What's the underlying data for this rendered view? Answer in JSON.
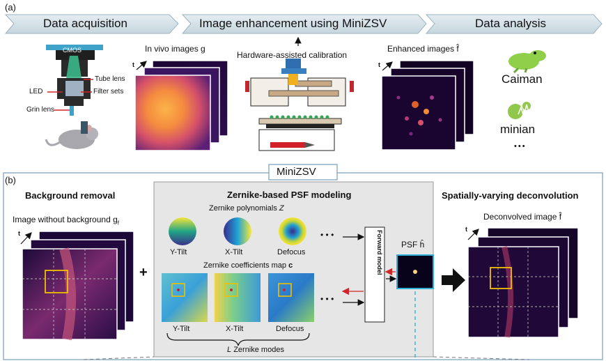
{
  "panel_a": {
    "tag": "(a)",
    "banners": [
      "Data acquisition",
      "Image enhancement using MiniZSV",
      "Data analysis"
    ],
    "microscope_labels": {
      "cmos": "CMOS",
      "tube_lens": "Tube lens",
      "led": "LED",
      "filter_sets": "Filter sets",
      "grin_lens": "Grin lens"
    },
    "invivo_title": "In vivo images g",
    "t_label": "t",
    "hardware_title": "Hardware-assisted calibration",
    "enhanced_title": "Enhanced images f̂",
    "tools": {
      "caiman": "Caiman",
      "minian": "minian",
      "more": "•••"
    }
  },
  "panel_b": {
    "tag": "(b)",
    "box_title": "MiniZSV",
    "bg_removal": {
      "title": "Background removal",
      "caption": "Image without background g",
      "caption_sub": "f"
    },
    "plus": "+",
    "zernike": {
      "title": "Zernike-based PSF modeling",
      "poly_title": "Zernike polynomials",
      "poly_symbol": "Z",
      "polys": [
        "Y-Tilt",
        "X-Tilt",
        "Defocus"
      ],
      "coef_title": "Zernike coefficients map",
      "coef_symbol": "c",
      "coefs": [
        "Y-Tilt",
        "X-Tilt",
        "Defocus"
      ],
      "modes_symbol": "L",
      "modes_text": "Zernike modes",
      "dots": "• • •"
    },
    "forward_model": "Forward model",
    "psf_label": "PSF ĥ",
    "deconv": {
      "title": "Spatially-varying deconvolution",
      "caption": "Deconvolved image f̂"
    }
  }
}
